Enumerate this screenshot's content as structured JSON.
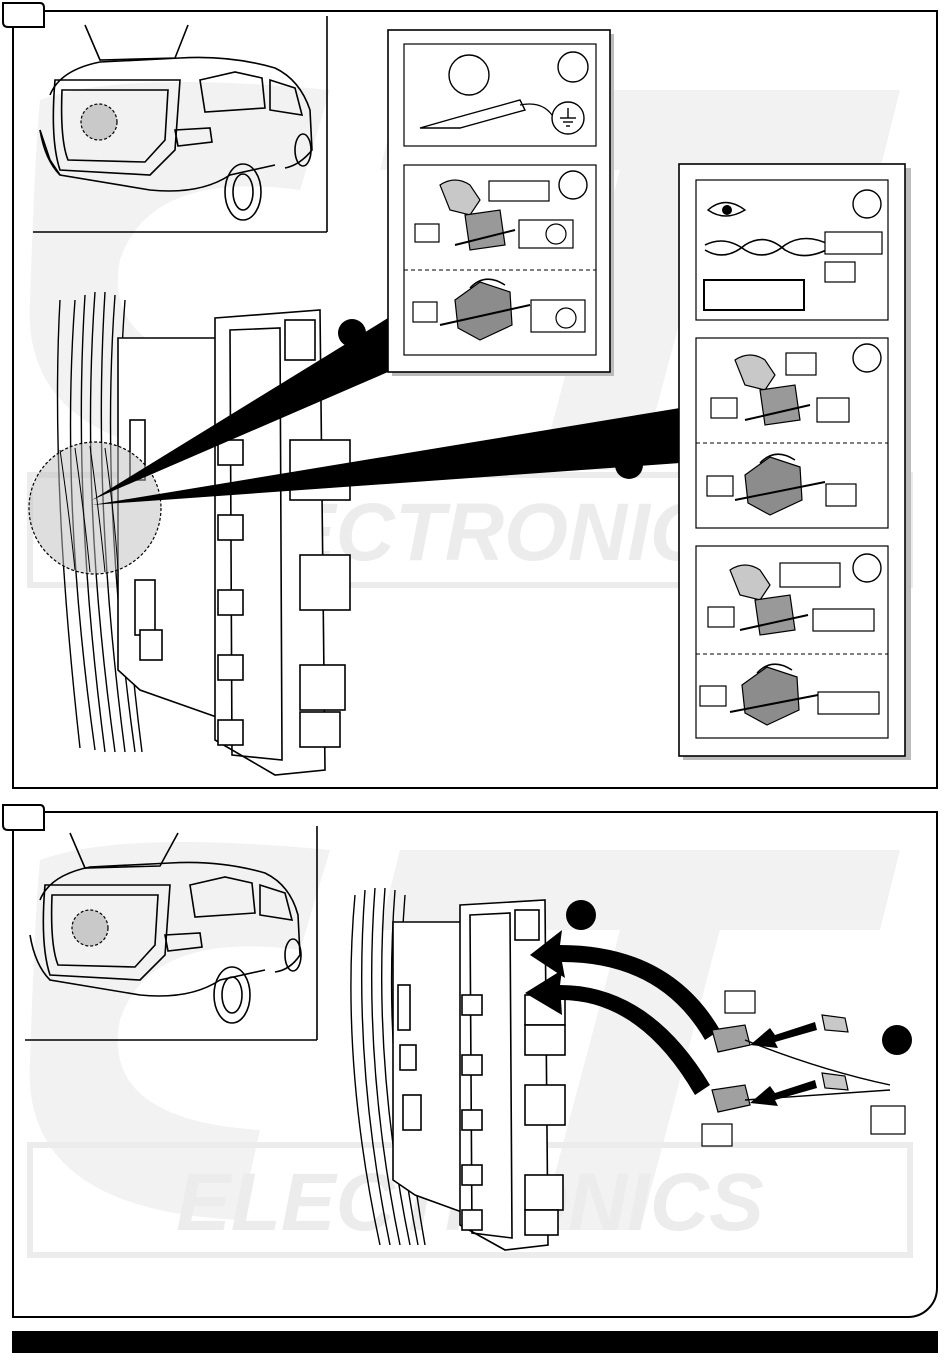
{
  "document": {
    "panels": [
      {
        "step": "",
        "name": "step-1-splice"
      },
      {
        "step": "",
        "name": "step-2-fuse-insert"
      }
    ],
    "watermark": {
      "text": "ELECTRONICS",
      "logo": "CTS"
    },
    "callouts": {
      "panel1_circle_a": "",
      "panel1_circle_b": "",
      "panel2_circle_a": "",
      "panel2_circle_b": ""
    }
  }
}
